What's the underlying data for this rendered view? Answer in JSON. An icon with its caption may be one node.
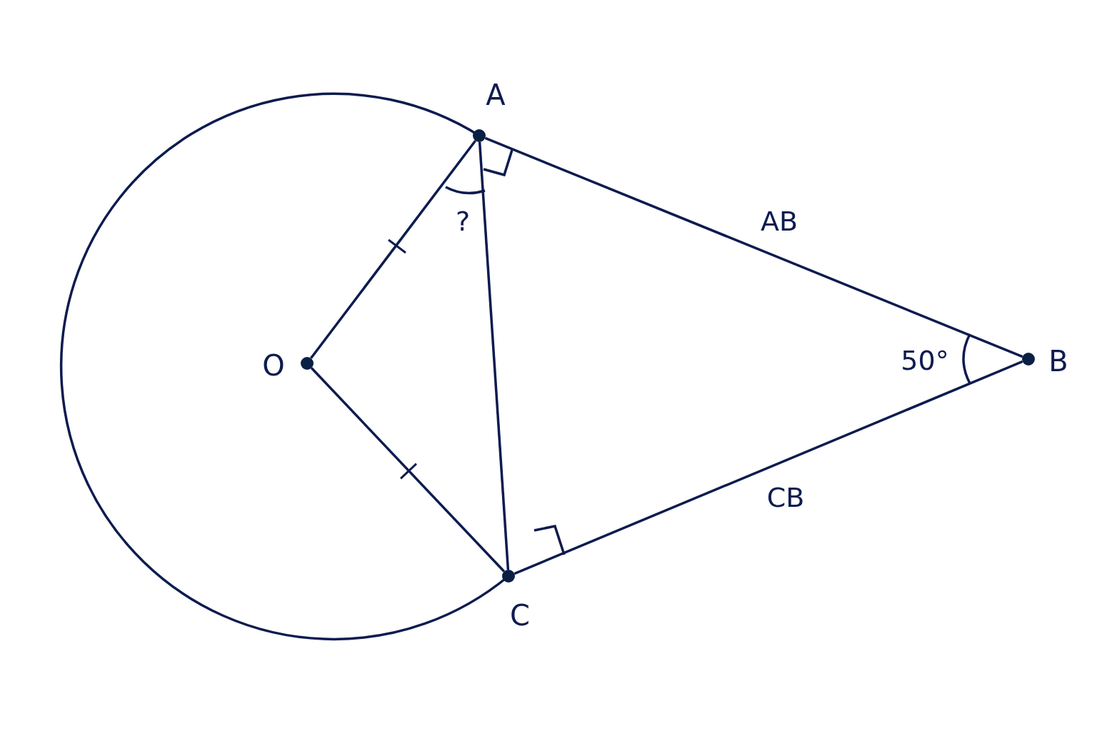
{
  "diagram": {
    "nodes": [
      {
        "text": [
          "A"
        ]
      },
      {
        "text": [
          "O"
        ]
      },
      {
        "text": [
          "B"
        ]
      },
      {
        "text": [
          "C"
        ]
      }
    ],
    "edges": [
      {
        "from": 1,
        "to": 0,
        "arrow": "none"
      },
      {
        "from": 0,
        "to": 3,
        "arrow": "none"
      },
      {
        "from": 0,
        "to": 2,
        "label": "AB",
        "arrow": "none"
      },
      {
        "from": 1,
        "to": 3,
        "arrow": "none"
      },
      {
        "from": 3,
        "to": 2,
        "label": "CB",
        "arrow": "none"
      }
    ],
    "labels": [
      "?",
      "50°"
    ]
  }
}
